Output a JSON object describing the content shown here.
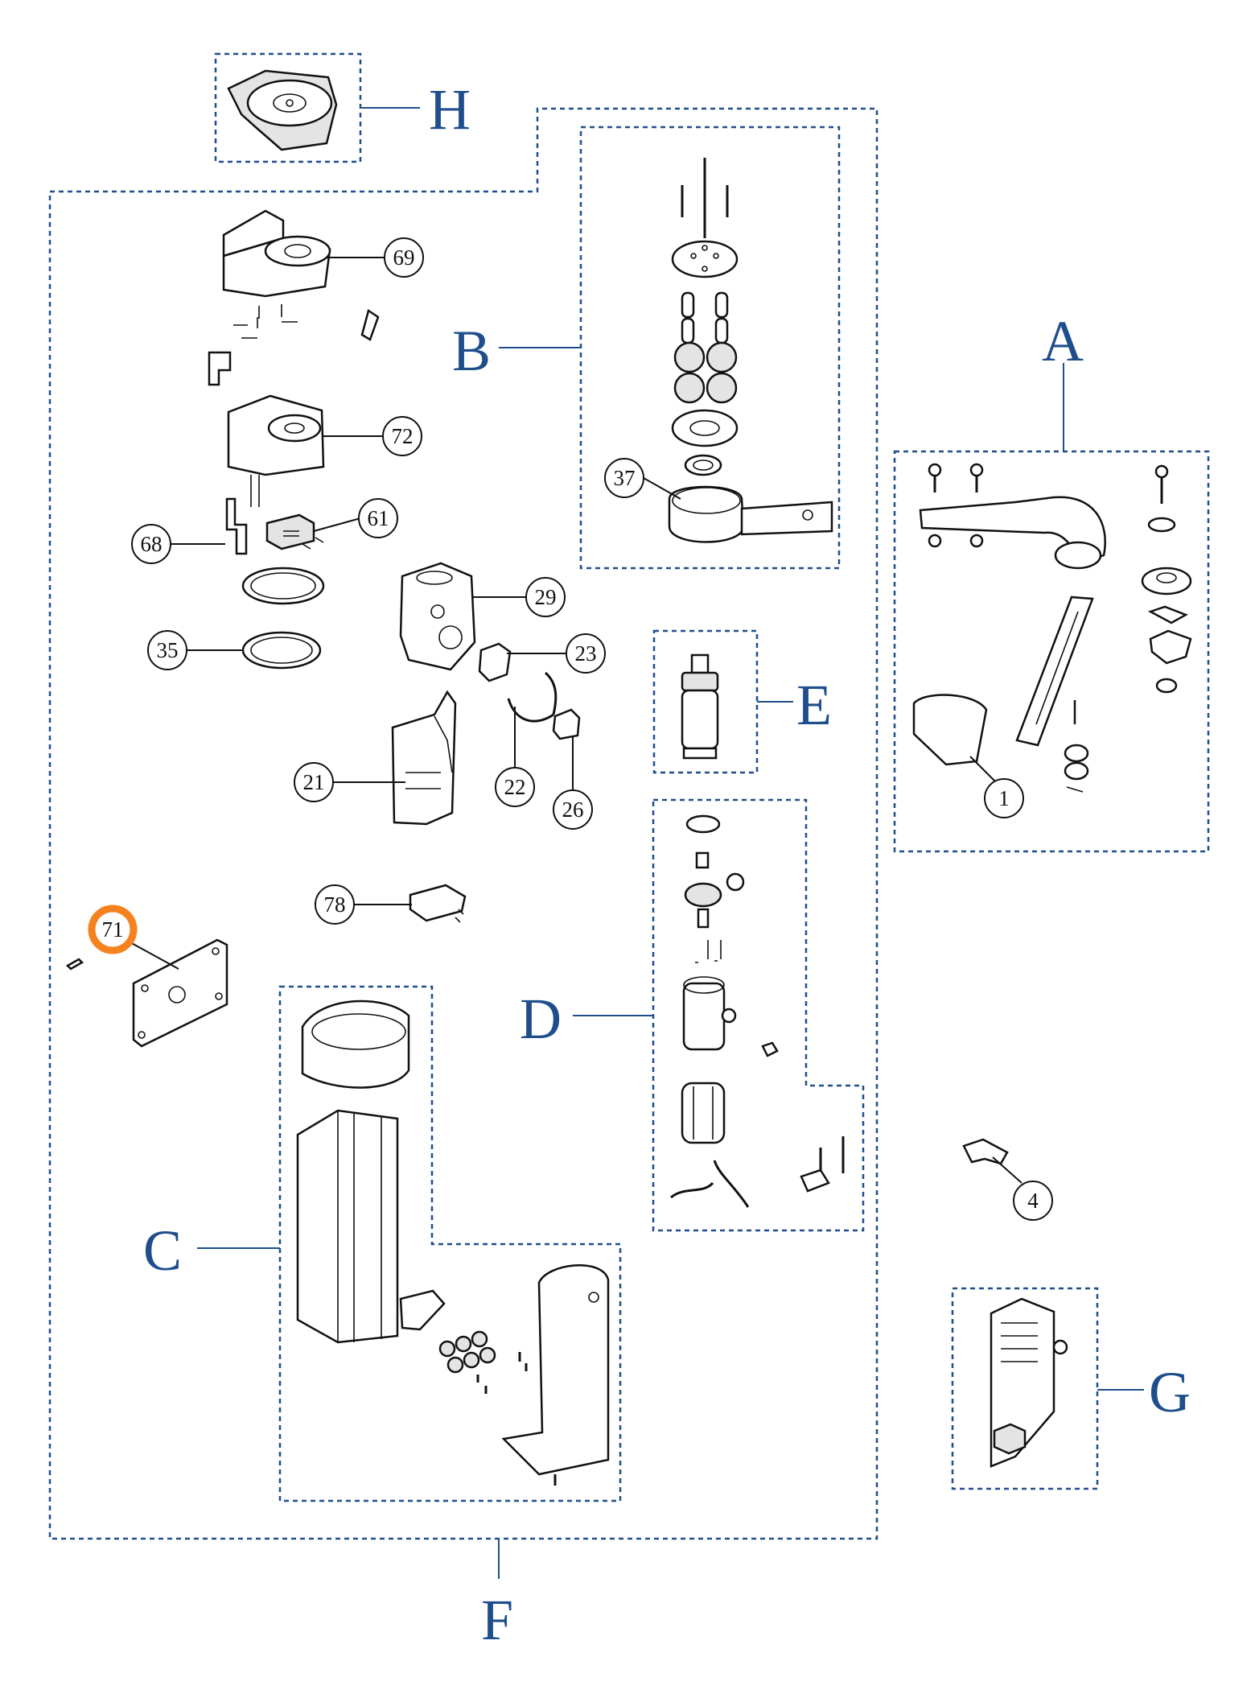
{
  "sections": [
    "A",
    "B",
    "C",
    "D",
    "E",
    "F",
    "G",
    "H"
  ],
  "callouts": [
    "69",
    "72",
    "61",
    "68",
    "35",
    "29",
    "23",
    "21",
    "22",
    "26",
    "78",
    "71",
    "37",
    "1",
    "4"
  ],
  "highlighted_callout": "71",
  "colors": {
    "section_blue": "#1f4e8c",
    "highlight_orange": "#f5821f",
    "line": "#111111"
  }
}
